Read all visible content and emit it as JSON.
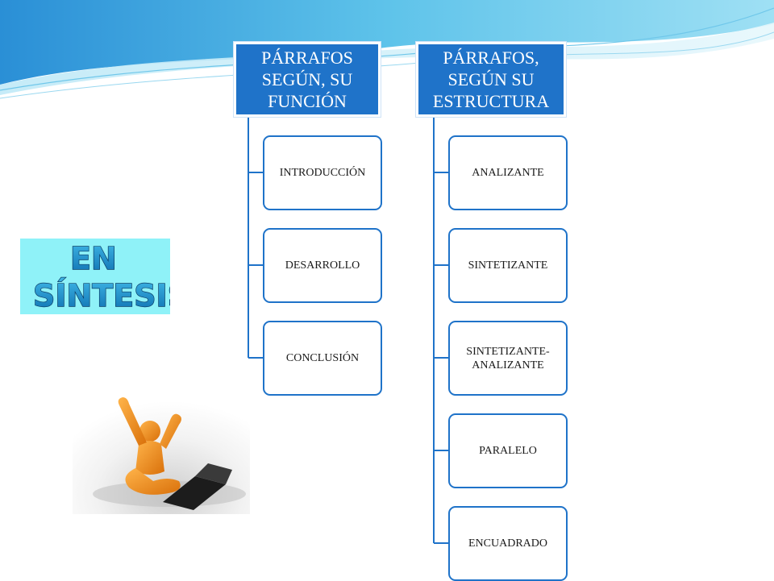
{
  "diagram": {
    "columns": [
      {
        "header": [
          "PÁRRAFOS",
          "SEGÚN,  SU",
          "FUNCIÓN"
        ],
        "items": [
          "INTRODUCCIÓN",
          "DESARROLLO",
          "CONCLUSIÓN"
        ]
      },
      {
        "header": [
          "PÁRRAFOS,",
          "SEGÚN SU",
          "ESTRUCTURA"
        ],
        "items": [
          "ANALIZANTE",
          "SINTETIZANTE",
          "SINTETIZANTE-\nANALIZANTE",
          "PARALELO",
          "ENCUADRADO"
        ]
      }
    ]
  },
  "summary": {
    "line1": "EN",
    "line2": "SÍNTESIS"
  },
  "colors": {
    "header_fill": "#1f73c9",
    "node_border": "#1f73c9",
    "summary_fill": "#8ff2f8",
    "summary_text": "#1a8fc9",
    "figure_orange": "#f08a1c"
  },
  "icons": {
    "figure": "person-with-laptop-icon"
  }
}
